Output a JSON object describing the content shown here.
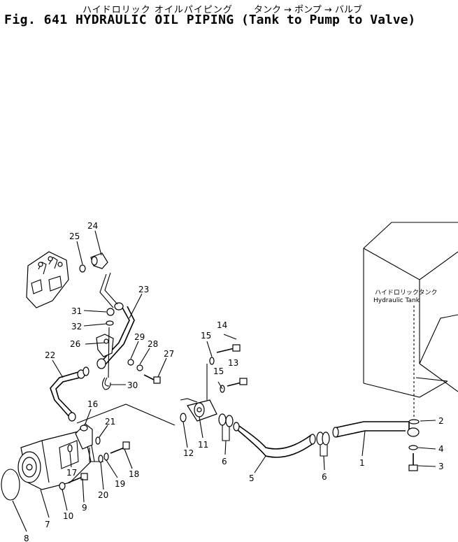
{
  "figure": {
    "jp_title": "ハイドロリック オイルパイピング",
    "jp_subtitle": "タンク → ポンプ → バルブ",
    "en_title": "Fig. 641 HYDRAULIC OIL PIPING",
    "en_subtitle": "Tank to Pump to Valve"
  },
  "tank": {
    "label_jp": "ハイドロリックタンク",
    "label_en": "Hydraulic Tank"
  },
  "parts": {
    "p1": "1",
    "p2": "2",
    "p3": "3",
    "p4": "4",
    "p5": "5",
    "p6a": "6",
    "p6b": "6",
    "p7": "7",
    "p8": "8",
    "p9": "9",
    "p10": "10",
    "p11": "11",
    "p12": "12",
    "p13": "13",
    "p14": "14",
    "p15a": "15",
    "p15b": "15",
    "p16": "16",
    "p17": "17",
    "p18": "18",
    "p19": "19",
    "p20": "20",
    "p21": "21",
    "p22": "22",
    "p23": "23",
    "p24": "24",
    "p25": "25",
    "p26": "26",
    "p27": "27",
    "p28": "28",
    "p29": "29",
    "p30": "30",
    "p31": "31",
    "p32": "32"
  }
}
